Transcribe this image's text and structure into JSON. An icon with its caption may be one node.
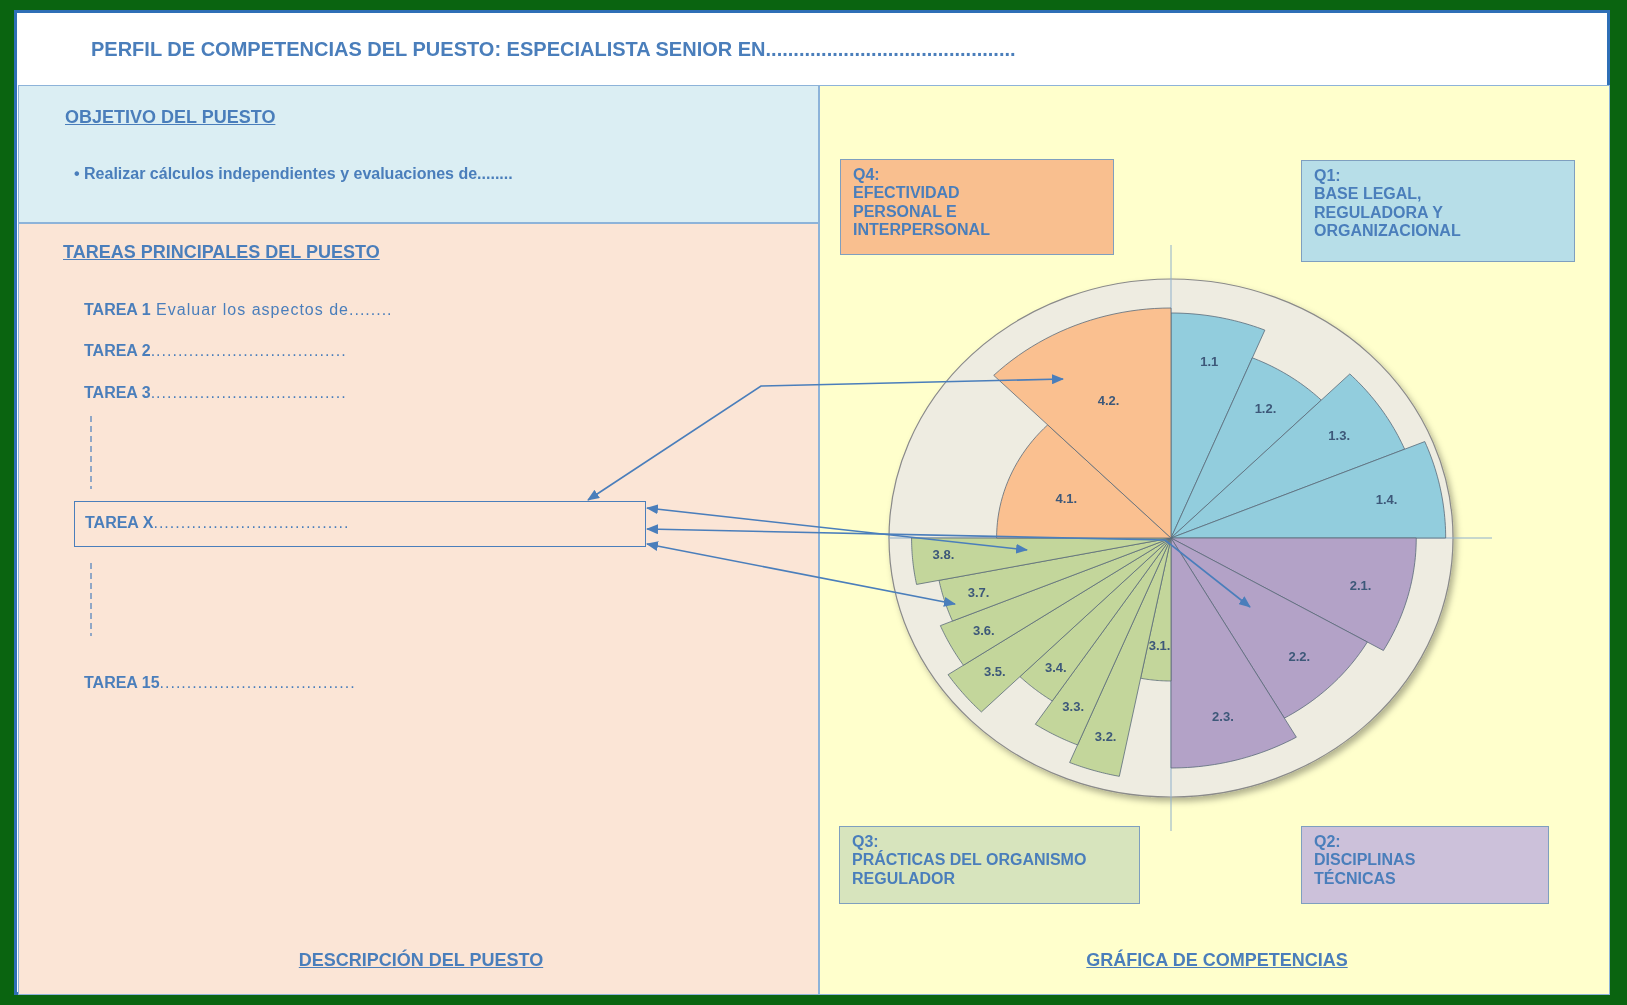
{
  "diagram": {
    "title": "PERFIL DE COMPETENCIAS DEL PUESTO: ESPECIALISTA SENIOR EN.............................................",
    "nodes": [
      {
        "text": [
          "OBJETIVO DEL PUESTO",
          "• Realizar cálculos independientes y evaluaciones de........"
        ]
      },
      {
        "text": [
          "TAREAS PRINCIPALES DEL PUESTO",
          "**TAREA 1** Evaluar los aspectos de........",
          "**TAREA 2**....................................",
          "**TAREA 3**....................................",
          "**TAREA 15**....................................",
          "DESCRIPCIÓN DEL PUESTO"
        ]
      },
      {
        "text": [
          "**TAREA X**...................................."
        ],
        "in": 1
      },
      {
        "text": [
          "GRÁFICA DE COMPETENCIAS"
        ]
      },
      {
        "text": [
          "Q4:",
          "EFECTIVIDAD PERSONAL E INTERPERSONAL"
        ],
        "in": 3
      },
      {
        "text": [
          "Q1:",
          "BASE LEGAL, REGULADORA Y ORGANIZACIONAL"
        ],
        "in": 3
      },
      {
        "text": [
          "1.1"
        ],
        "in": 3
      },
      {
        "text": [
          "1.2."
        ],
        "in": 3
      },
      {
        "text": [
          "1.3."
        ],
        "in": 3
      },
      {
        "text": [
          "1.4."
        ],
        "in": 3
      },
      {
        "text": [
          "2.1."
        ],
        "in": 3
      },
      {
        "text": [
          "2.2."
        ],
        "in": 3
      },
      {
        "text": [
          "2.3."
        ],
        "in": 3
      },
      {
        "text": [
          "3.1."
        ],
        "in": 3
      },
      {
        "text": [
          "3.2."
        ],
        "in": 3
      },
      {
        "text": [
          "3.3."
        ],
        "in": 3
      },
      {
        "text": [
          "3.4."
        ],
        "in": 3
      },
      {
        "text": [
          "3.5."
        ],
        "in": 3
      },
      {
        "text": [
          "3.6."
        ],
        "in": 3
      },
      {
        "text": [
          "3.7."
        ],
        "in": 3
      },
      {
        "text": [
          "3.8."
        ],
        "in": 3
      },
      {
        "text": [
          "4.1."
        ],
        "in": 3
      },
      {
        "text": [
          "4.2."
        ],
        "in": 3
      },
      {
        "text": [
          "Q3:",
          "PRÁCTICAS DEL ORGANISMO REGULADOR"
        ],
        "in": 3
      },
      {
        "text": [
          "Q2:",
          "DISCIPLINAS TÉCNICAS"
        ],
        "in": 3
      }
    ],
    "edges": [
      {
        "from": 2,
        "to": 22,
        "arrow": "both"
      },
      {
        "from": 2,
        "to": 20,
        "arrow": "both"
      },
      {
        "from": 2,
        "to": 11,
        "arrow": "both"
      },
      {
        "from": 2,
        "to": 19,
        "arrow": "both"
      }
    ]
  }
}
